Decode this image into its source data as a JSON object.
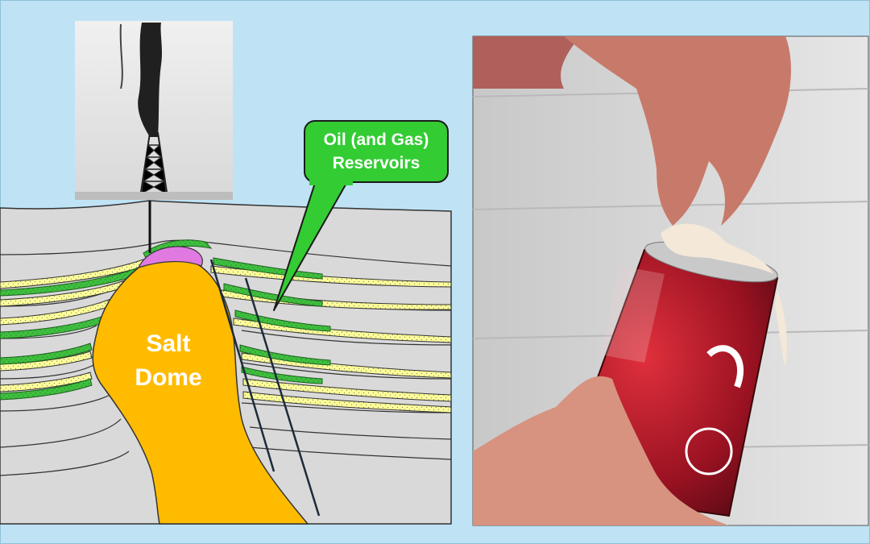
{
  "diagram": {
    "callout": {
      "line1": "Oil (and Gas)",
      "line2": "Reservoirs",
      "color": "#33cc33"
    },
    "salt_dome": {
      "line1": "Salt",
      "line2": "Dome",
      "color": "#ffbb00"
    },
    "reservoir_colors": {
      "oil": "#3fbf3f",
      "sand": "#ffff99",
      "gas_cap": "#e07ae0"
    },
    "cross_section_bg": "#d9d9d9",
    "background": "#bfe3f5"
  },
  "photos": {
    "gusher_photo": "black-and-white-oil-gusher-photo",
    "soda_photo": "hands-opening-foaming-soda-can-photo"
  }
}
